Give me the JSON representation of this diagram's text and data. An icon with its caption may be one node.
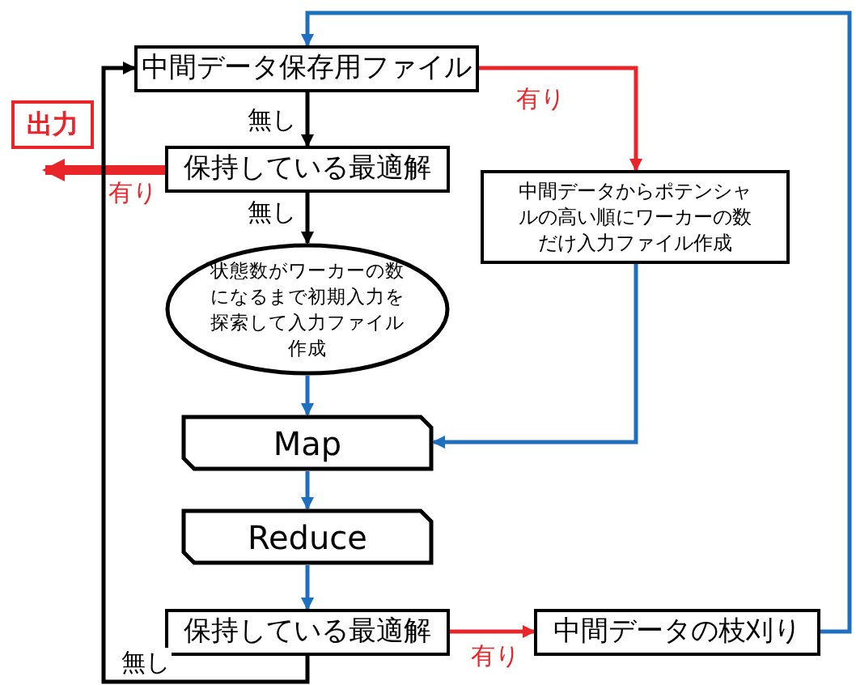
{
  "diagram": {
    "nodes": [
      {
        "text": [
          "中間データ保存用ファイル"
        ]
      },
      {
        "text": [
          "出力"
        ]
      },
      {
        "text": [
          "保持している最適解"
        ]
      },
      {
        "text": [
          "中間データからポテンシャルの高い順にワーカーの数だけ入力ファイル作成"
        ]
      },
      {
        "text": [
          "状態数がワーカーの数になるまで初期入力を探索して入力ファイル作成"
        ]
      },
      {
        "text": [
          "Map"
        ]
      },
      {
        "text": [
          "Reduce"
        ]
      },
      {
        "text": [
          "保持している最適解"
        ]
      },
      {
        "text": [
          "中間データの枝刈り"
        ]
      }
    ],
    "edges": [
      {
        "from": 0,
        "to": 2,
        "arrow": "to",
        "label": "無し",
        "color": "#000000"
      },
      {
        "from": 2,
        "to": 4,
        "arrow": "to",
        "label": "無し",
        "color": "#000000"
      },
      {
        "from": 2,
        "to": 1,
        "arrow": "to",
        "label": "有り",
        "style": "thick",
        "color": "#e8262a"
      },
      {
        "from": 0,
        "to": 3,
        "arrow": "to",
        "label": "有り",
        "color": "#e8262a"
      },
      {
        "from": 4,
        "to": 5,
        "arrow": "to"
      },
      {
        "from": 3,
        "to": 5,
        "arrow": "to"
      },
      {
        "from": 5,
        "to": 6,
        "arrow": "to"
      },
      {
        "from": 6,
        "to": 7,
        "arrow": "to"
      },
      {
        "from": 7,
        "to": 8,
        "arrow": "to",
        "label": "有り",
        "color": "#e8262a"
      },
      {
        "from": 8,
        "to": 0,
        "arrow": "to"
      },
      {
        "from": 7,
        "to": 0,
        "arrow": "to",
        "label": "無し",
        "color": "#000000"
      }
    ]
  }
}
